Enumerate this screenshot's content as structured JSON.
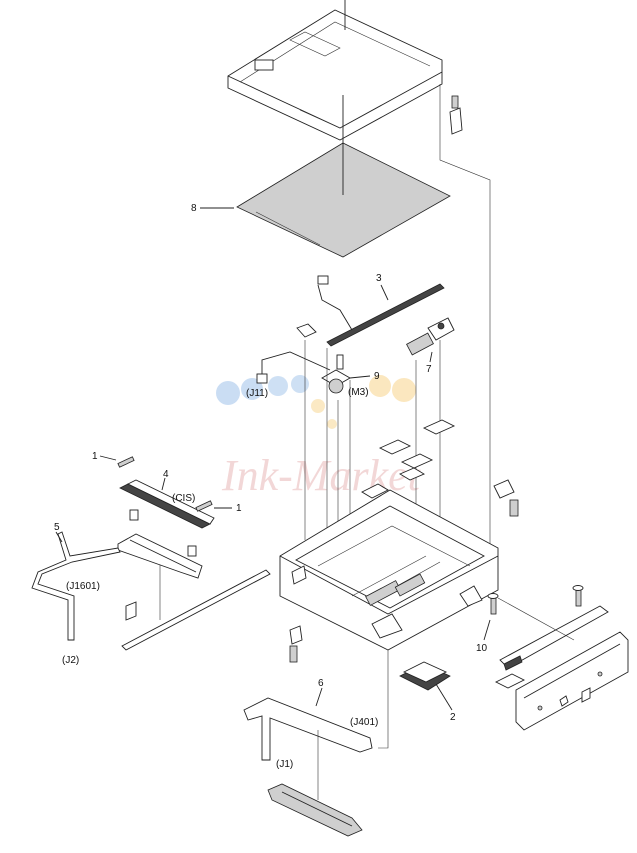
{
  "callouts": {
    "c1a": "1",
    "c1b": "1",
    "c2": "2",
    "c3": "3",
    "c4": "4",
    "c5": "5",
    "c6": "6",
    "c7": "7",
    "c8": "8",
    "c9": "9",
    "c10": "10"
  },
  "connectors": {
    "j11": "(J11)",
    "m3": "(M3)",
    "cis": "(CIS)",
    "j1601": "(J1601)",
    "j2": "(J2)",
    "j401": "(J401)",
    "j1": "(J1)"
  },
  "watermark": {
    "text": "Ink-Market",
    "colors": {
      "blue": "#9ec1ea",
      "yellow": "#f7d48a",
      "pink": "#e9b7b7"
    }
  }
}
